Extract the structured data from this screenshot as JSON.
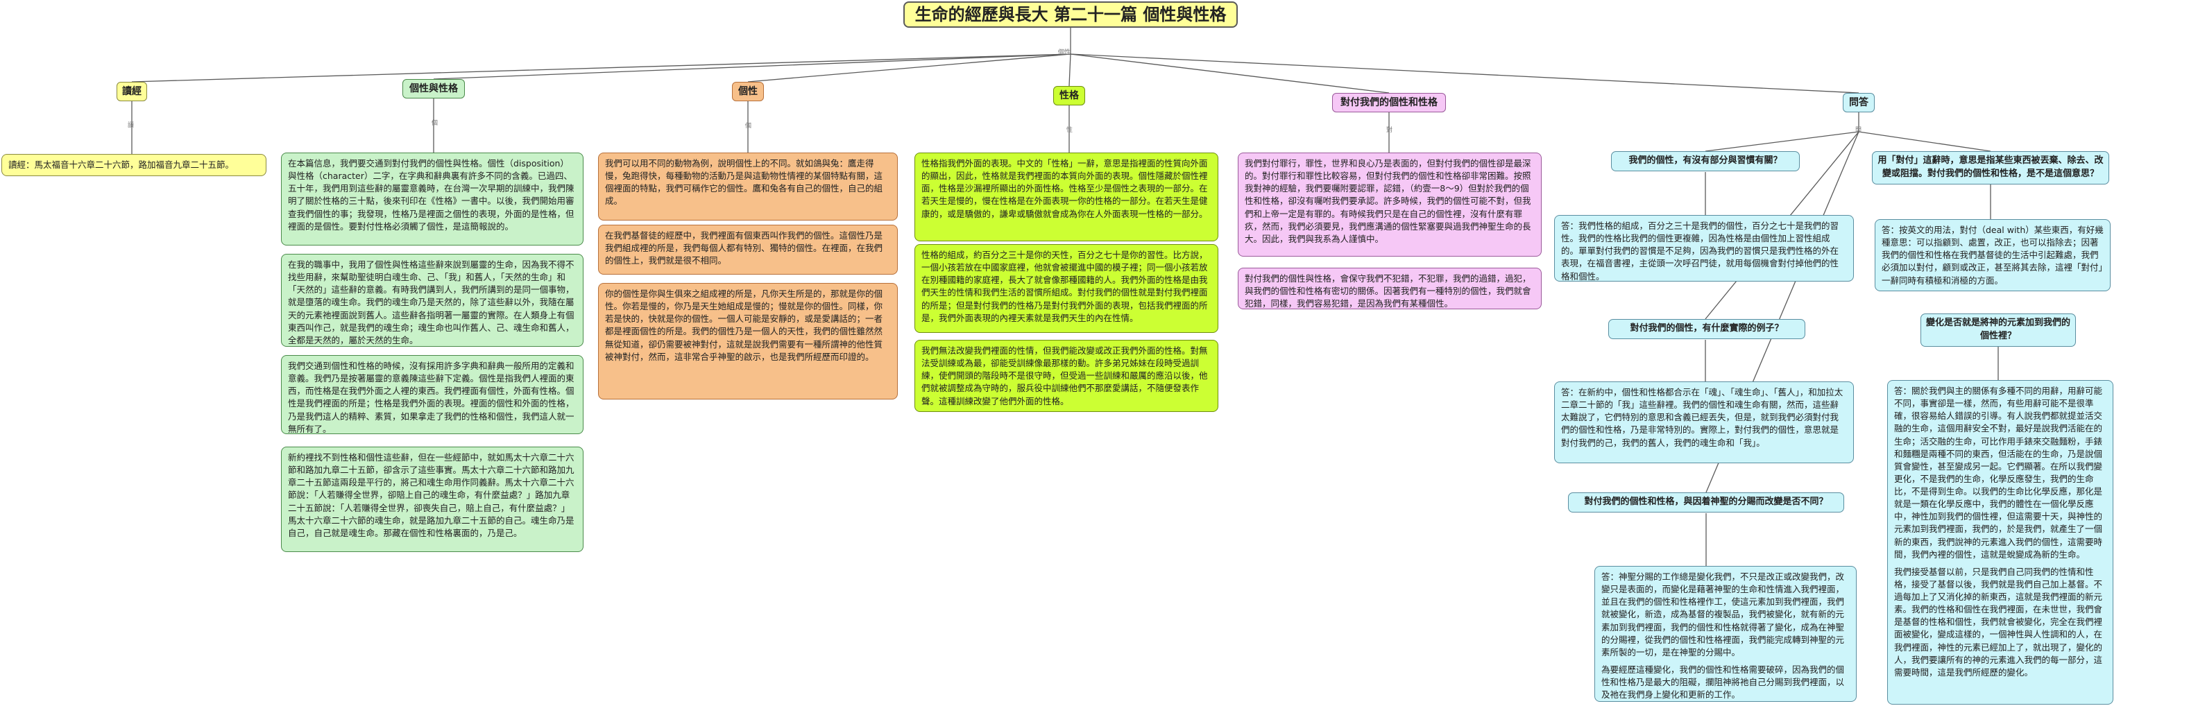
{
  "title": "生命的經歷與長大 第二十一篇 個性與性格",
  "root_label": "個性",
  "colors": {
    "line": "#5a5a5a",
    "yellow": "#ffff99",
    "green": "#c9f2c9",
    "orange": "#f7c08a",
    "lime": "#ccff33",
    "pink": "#f6c8f6",
    "cyan": "#cdf5fa"
  },
  "topics": {
    "jingwen": "讀經",
    "gexing_xingge": "個性與性格",
    "gexing": "個性",
    "xingge": "性格",
    "duiyu": "對付我們的個性和性格",
    "wenda": "問答"
  },
  "edge_labels": {
    "e1": "讀",
    "e2": "個",
    "e3": "個",
    "e4": "性",
    "e5": "對",
    "e6": "問"
  },
  "reading": {
    "text": "讀經：馬太福音十六章二十六節，路加福音九章二十五節。"
  },
  "gxxg": {
    "p1": "在本篇信息，我們要交通到對付我們的個性與性格。個性（disposition）與性格（character）二字，在字典和辭典裏有許多不同的含義。已過四、五十年，我們用到這些辭的屬靈意義時，在台灣一次早期的訓練中，我們陳明了關於性格的三十點，後來刊印在《性格》一書中。以後，我們開始用審查我們個性的事；我發現，性格乃是裡面之個性的表現，外面的是性格，但裡面的是個性。要對付性格必須觸了個性，是這簡報說的。",
    "p2": "在我的職事中，我用了個性與性格這些辭來說到屬靈的生命，因為我不得不找些用辭，來幫助聖徒明白魂生命、己、「我」和舊人，「天然的生命」和「天然的」這些辭的意義。有時我們講到人，我們所講到的是同一個事物，就是墮落的魂生命。我們的魂生命乃是天然的，除了這些辭以外，我隨在屬天的元素祂裡面說到舊人。這些辭各指明著一屬靈的實際。在人類身上有個東西叫作己，就是我們的魂生命；魂生命也叫作舊人、己、魂生命和舊人，全都是天然的，屬於天然的生命。",
    "p3": "我們交通到個性和性格的時候，沒有採用許多字典和辭典一般所用的定義和意義。我們乃是按著屬靈的意義陳這些辭下定義。個性是指我們人裡面的東西，而性格是在我們外面之人裡的東西。我們裡面有個性，外面有性格。個性是我們裡面的所是；性格是我們外面的表現。裡面的個性和外面的性格，乃是我們這人的精粹、素質，如果拿走了我們的性格和個性，我們這人就一無所有了。",
    "p4": "新約裡找不到性格和個性這些辭，但在一些經節中，就如馬太十六章二十六節和路加九章二十五節，卻含示了這些事實。馬太十六章二十六節和路加九章二十五節這兩段是平行的，將己和魂生命用作同義辭。馬太十六章二十六節說：「人若賺得全世界，卻賠上自己的魂生命，有什麼益處？」路加九章二十五節說：「人若賺得全世界，卻喪失自己，賠上自己，有什麼益處？」馬太十六章二十六節的魂生命，就是路加九章二十五節的自己。魂生命乃是自己，自己就是魂生命。那藏在個性和性格裏面的，乃是己。"
  },
  "gx": {
    "p1": "我們可以用不同的動物為例，說明個性上的不同。就如鴿與兔：鷹走得慢，兔跑得快，每種動物的活動乃是與這動物性情裡的某個特點有關，這個裡面的特點，我們可稱作它的個性。鷹和兔各有自己的個性，自己的組成。",
    "p2": "在我們基督徒的經歷中，我們裡面有個東西叫作我們的個性。這個性乃是我們組成裡的所是，我們每個人都有特別、獨特的個性。在裡面，在我們的個性上，我們就是很不相同。",
    "p3": "你的個性是你與生俱來之組成裡的所是，凡你天生所是的，那就是你的個性。你若是慢的，你乃是天生她組成是慢的；慢就是你的個性。同樣，你若是快的，快就是你的個性。一個人可能是安靜的，或是愛講話的；一者都是裡面個性的所是。我們的個性乃是一個人的天性，我們的個性雖然然無從知道，卻仍需要被神對付，這就是說我們需要有一種所謂神的他性質被神對付，然而，這非常合乎神聖的啟示，也是我們所經歷而印證的。"
  },
  "xg": {
    "p1": "性格指我們外面的表現。中文的「性格」一辭，意思是指裡面的性質向外面的顯出，因此，性格就是我們裡面的本質向外面的表現。個性隱藏於個性裡面，性格是沙漏裡所顯出的外面性格。性格至少是個性之表現的一部分。在若天生是慢的，慢在性格是在外面表現一你的性格的一部分。在若天生是健康的，或是驕傲的，謙卑或驕傲就會成為你在人外面表現一性格的一部分。",
    "p2": "性格的組成，約百分之三十是你的天性，百分之七十是你的習性。比方說，一個小孩若放在中國家庭裡，他就會被擺進中國的模子裡；同一個小孩若放在別種國籍的家庭裡，長大了就會像那種國籍的人。我們外面的性格是由我們天生的性情和我們生活的習慣所組成。對付我們的個性就是對付我們裡面的所是；但是對付我們的性格乃是對付我們外面的表現，包括我們裡面的所是，我們外面表現的內裡天素就是我們天生的內在性情。",
    "p3": "我們無法改變我們裡面的性情，但我們能改變或改正我們外面的性格。對無法受訓練或為最，卻能受訓練像最那樣的動。許多弟兄姊妹在段時受過訓練，使們開頭的階段時不是很守時，但受過一些訓練和嚴厲的應沿以後，他們就被調整成為守時的，服兵役中訓練他們不那麼愛講話，不隨便發表作聲。這種訓練改變了他們外面的性格。"
  },
  "dy": {
    "p1": "我們對付罪行，罪性，世界和良心乃是表面的，但對付我們的個性卻是最深的。對付罪行和罪性比較容易，但對付我們的個性和性格卻非常困難。按照我對神的經驗，我們要囑附要認罪，認錯，（約壹一8～9）但對於我們的個性和性格，卻沒有囑咐我們要承認。許多時候，我們的個性可能不對，但我們和上帝一定是有罪的。有時候我們只是在自己的個性裡，沒有什麼有罪疚，然而，我們必須要見，我們應溝通的個性緊塞要與過我們神聖生命的長大。因此，我們與我系為人謹慎中。",
    "p2": "對付我們的個性與性格，會保守我們不犯錯，不犯罪，我們的過錯，過犯，與我們的個性和性格有密切的關係。因著我們有一種特別的個性，我們就會犯錯，同樣，我們容易犯錯，是因為我們有某種個性。"
  },
  "qa": {
    "q1": "我們的個性，有沒有部分與習慣有關？",
    "a1": "答：我們性格的組成，百分之三十是我們的個性，百分之七十是我們的習性。我們的性格比我們的個性更複雜，因為性格是由個性加上習性組成的。單單對付我們的習慣是不足夠，因為我們的習慣只是我們性格的外在表現，在福音書裡，主從頭一次呼召門徒，就用每個機會對付掉他們的性格和個性。",
    "q2": "對付我們的個性，有什麼實際的例子？",
    "a2": "答：在新約中，個性和性格都合示在「魂」、「魂生命」、「舊人」，和加拉太二章二十節的「我」這些辭裡。我們的個性和魂生命有關，然而，這些辭太難說了，它們特別的意思和含義已經丟失，但是，就到我們必須對付我們的個性和性格，乃是非常特別的。實際上，對付我們的個性，意思就是對付我們的己，我們的舊人，我們的魂生命和「我」。",
    "q3": "用「對付」這辭時，意思是指某些東西被丟棄、除去、改變或阻擋。對付我們的個性和性格，是不是這個意思？",
    "a3": "答：按英文的用法，對付（deal with）某些東西，有好幾種意思：可以指顧到、處置，改正，也可以指除去；因著我們的個性和性格在我們基督徒的生活中引起難處，我們必須加以對付，顧到或改正，甚至將其去除，這裡「對付」一辭同時有積極和消極的方面。",
    "q4": "變化是否就是將神的元素加到我們的個性裡？",
    "a4": "答：關於我們與主的關係有多種不同的用辭，用辭可能不同，事實卻是一樣，然而，有些用辭可能不是很準確，很容易給人錯誤的引導。有人說我們都就提並活交融的生命，這個用辭安全不對，最好是說我們活能在的生命；活交融的生命，可比作用手錶來交融麵粉，手錶和麵糰是兩種不同的東西，但活能在的生命，乃是說個質會變性，甚至變成另一起。它們顯著。在所以我們變更化，不是我們的生命，化學反應發生，我們的生命比，不是得到生命。以我們的生命比化學反應，那化是就是一類在化學反應中，我們的體性在一個化學反應中，神性加到我們的個性裡，但這需要十天，與神性的元素加到我們裡面，我們的，於是我們，就產生了一個新的東西，我們說神的元素進入我們的個性，這需要時間，我們內裡的個性，這就是蛻變成為新的生命。",
    "a4b": "我們接受基督以前，只是我們自己同我們的性情和性格，接受了基督以後，我們就是我們自己加上基督。不過每加上了又消化掉的新東西，這就是我們裡面的新元素。我們的性格和個性在我們裡面，在未世世，我們會是基督的性格和個性，我們就會被變化，完全在我們裡面被變化，變成這樣的，一個神性與人性調和的人，在我們裡面，神性的元素已經加上了，就出現了，變化的人，我們要讓所有的神的元素進入我們的每一部分，這需要時間，這是我們所經歷的變化。",
    "q5": "對付我們的個性和性格，與因着神聖的分賜而改變是否不同？",
    "a5": "答：神聖分賜的工作總是變化我們，不只是改正或改變我們，改變只是表面的，而變化是藉著神聖的生命和性情進入我們裡面，並且在我們的個性和性格裡作工，使這元素加到我們裡面，我們就被變化，新造，成為基督的複製品，我們被變化，就有新的元素加到我們裡面，我們的個性和性格就得著了變化，成為在神聖的分賜裡，從我們的個性和性格裡面，我們能完成轉到神聖的元素所製的一切，是在神聖的分賜中。",
    "a5b": "為要經歷這種變化，我們的個性和性格需要破碎，因為我們的個性和性格乃是最大的阻礙，攔阻神將祂自己分賜到我們裡面，以及祂在我們身上變化和更新的工作。"
  }
}
